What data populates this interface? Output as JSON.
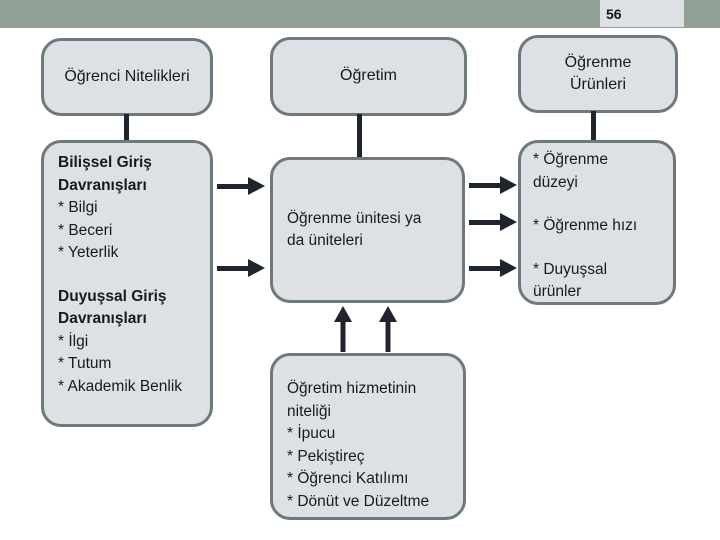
{
  "slide": {
    "page_number": "56",
    "colors": {
      "top_bar": "#92a096",
      "box_fill": "#dde0e5",
      "box_border": "#6e797c",
      "arrow": "#20242c",
      "text": "#1a1a1a"
    },
    "boxes": {
      "student_traits": {
        "title": "Öğrenci Nitelikleri"
      },
      "instruction": {
        "title": "Öğretim"
      },
      "learning_products": {
        "title": "Öğrenme Ürünleri"
      },
      "entry_behaviors": {
        "sections": [
          {
            "heading": "Bilişsel Giriş Davranışları",
            "items": [
              "* Bilgi",
              "* Beceri",
              "* Yeterlik"
            ]
          },
          {
            "heading": "Duyuşsal Giriş Davranışları",
            "items": [
              "* İlgi",
              "* Tutum",
              "* Akademik Benlik"
            ]
          }
        ]
      },
      "learning_unit": {
        "text": "Öğrenme ünitesi ya da üniteleri"
      },
      "instruction_quality": {
        "heading": "Öğretim hizmetinin niteliği",
        "items": [
          "* İpucu",
          "* Pekiştireç",
          "* Öğrenci Katılımı",
          "* Dönüt ve Düzeltme"
        ]
      },
      "learning_outputs": {
        "items": [
          "* Öğrenme düzeyi",
          "* Öğrenme hızı",
          "* Duyuşsal ürünler"
        ]
      }
    }
  }
}
